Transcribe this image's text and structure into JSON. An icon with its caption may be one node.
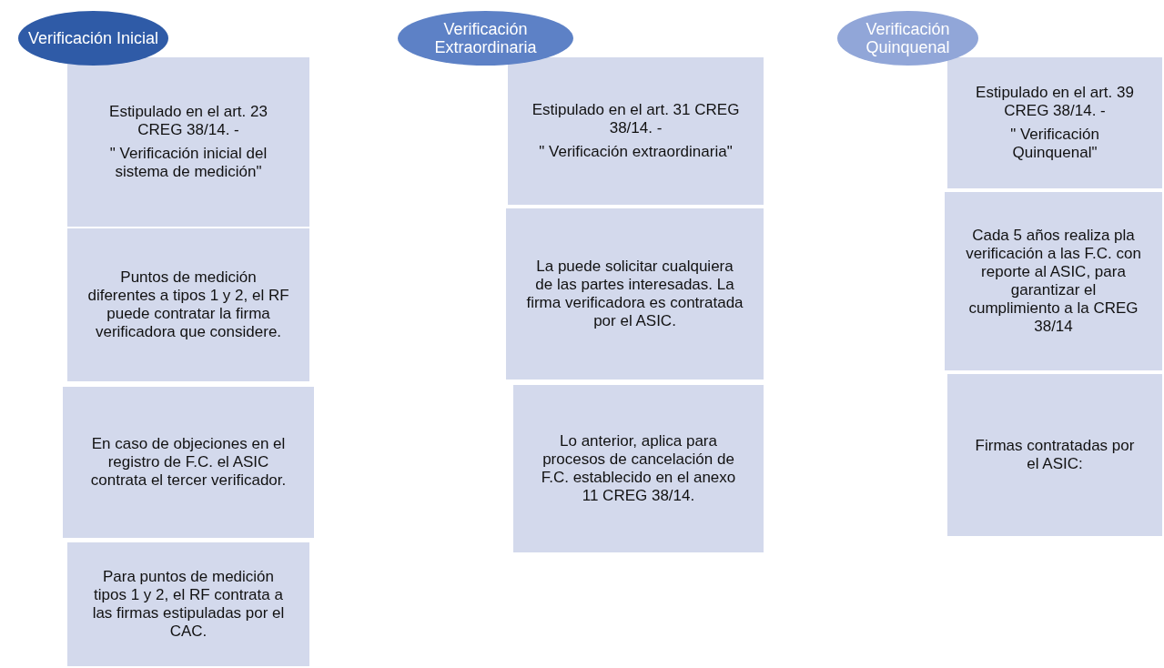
{
  "diagram": {
    "nodes": [
      {
        "text": [
          "Verificación Inicial"
        ]
      },
      {
        "text": [
          "Estipulado en el art. 23 CREG 38/14. -",
          "\" Verificación inicial del sistema de medición\""
        ]
      },
      {
        "text": [
          "Puntos de medición diferentes a tipos 1 y 2, el RF puede contratar la firma verificadora que considere."
        ]
      },
      {
        "text": [
          "En caso de objeciones en el registro de F.C. el ASIC contrata el tercer verificador."
        ]
      },
      {
        "text": [
          "Para puntos de medición tipos 1 y 2, el RF contrata a las firmas estipuladas por el CAC."
        ]
      },
      {
        "text": [
          "Verificación Extraordinaria"
        ]
      },
      {
        "text": [
          "Estipulado en el art. 31 CREG 38/14. -",
          "\" Verificación extraordinaria\""
        ]
      },
      {
        "text": [
          "La puede solicitar cualquiera de las partes interesadas. La firma verificadora es contratada por el ASIC."
        ]
      },
      {
        "text": [
          "Lo anterior, aplica para procesos de cancelación de F.C. establecido en el anexo 11 CREG 38/14."
        ]
      },
      {
        "text": [
          "Verificación Quinquenal"
        ]
      },
      {
        "text": [
          "Estipulado en el art. 39 CREG 38/14. -",
          "\" Verificación Quinquenal\""
        ]
      },
      {
        "text": [
          "Cada 5 años realiza pla verificación a las F.C. con reporte al ASIC, para garantizar el cumplimiento a la CREG 38/14"
        ]
      },
      {
        "text": [
          "Firmas contratadas por el ASIC:"
        ]
      }
    ],
    "edges": []
  }
}
